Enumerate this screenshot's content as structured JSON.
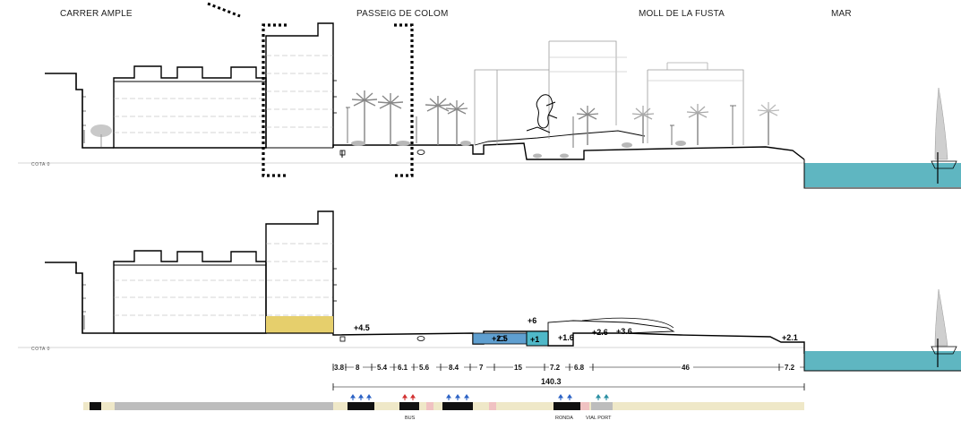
{
  "headers": {
    "carrer": "CARRER AMPLE",
    "passeig": "PASSEIG DE COLOM",
    "moll": "MOLL DE LA FUSTA",
    "mar": "MAR"
  },
  "cota_label": "COTA 0",
  "levels": {
    "l45": "+4.5",
    "l6": "+6",
    "l25": "+2.5",
    "l1": "+1",
    "l16": "+1.6",
    "l26": "+2.6",
    "l36": "+3.6",
    "l21": "+2.1"
  },
  "dims": [
    "3.8",
    "8",
    "5.4",
    "6.1",
    "5.6",
    "8.4",
    "7",
    "15",
    "7.2",
    "6.8",
    "46",
    "7.2"
  ],
  "total_width": "140.3",
  "strip_labels": {
    "bus": "BUS",
    "ronda": "RONDA",
    "vial_port": "VIAL PORT"
  },
  "colors": {
    "sea": "#5fb6c1",
    "ground_strip": "#efe8c8",
    "building_block": "#e6cf6c",
    "gray_zone": "#bdbdbd",
    "pink": "#f0c2c2",
    "blue_platform": "#5f9fd0",
    "cyan_platform": "#4fb8c8",
    "arrow_blue": "#2b62c5",
    "arrow_red": "#d23030",
    "arrow_teal": "#2a8fa2"
  }
}
